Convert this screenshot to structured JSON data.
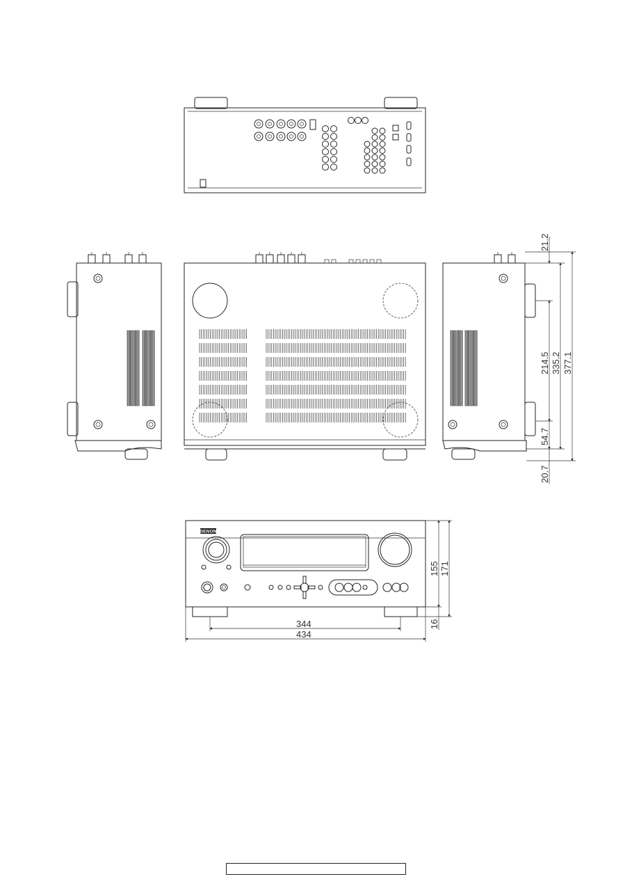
{
  "drawing": {
    "views": [
      "rear-view",
      "left-side-view",
      "top-view",
      "right-side-view",
      "front-view"
    ],
    "brand_badge": "DENON",
    "dimensions": {
      "side_top_offset": "21.2",
      "foot_spacing_depth": "214.5",
      "depth_without_terminals": "335.2",
      "total_depth": "377.1",
      "foot_front_offset": "54.7",
      "front_panel_depth": "20.7",
      "body_height": "155",
      "total_height": "171",
      "foot_height": "16",
      "foot_spacing_width": "344",
      "total_width": "434"
    },
    "caption": ""
  }
}
